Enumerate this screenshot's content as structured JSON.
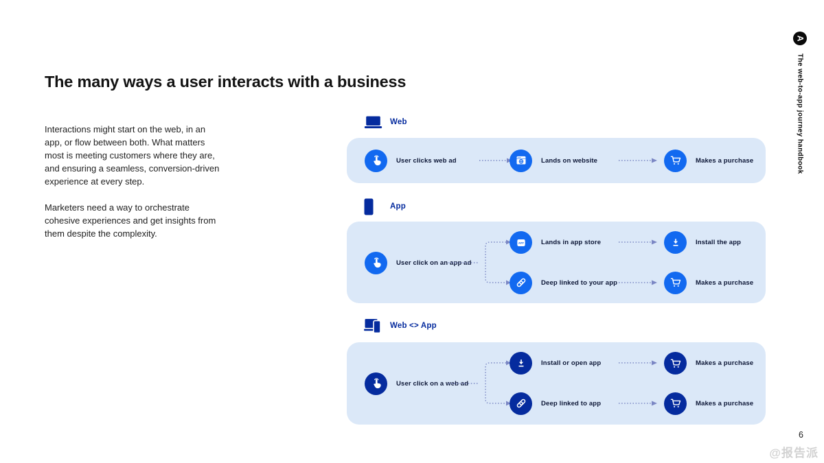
{
  "page": {
    "title": "The many ways a user interacts with a business",
    "paragraphs": [
      "Interactions might start on the web, in an app, or flow between both. What matters most is meeting customers where they are, and ensuring a seamless, conversion-driven experience at every step.",
      "Marketers need a way to orchestrate cohesive experiences and get insights from them despite the complexity."
    ],
    "side_tab": "The web-to-app journey handbook",
    "logo_glyph": "A",
    "page_number": "6",
    "watermark": "@报告派"
  },
  "colors": {
    "bright_blue": "#1269f0",
    "dark_navy": "#052b9e",
    "panel_bg": "#dbe8f8",
    "arrow": "#7b87c4"
  },
  "sections": [
    {
      "label": "Web",
      "header_icon": "laptop-icon",
      "flow": {
        "steps": [
          {
            "icon": "pointer-click-icon",
            "label": "User clicks web ad"
          },
          {
            "icon": "browser-globe-icon",
            "label": "Lands on website"
          },
          {
            "icon": "cart-icon",
            "label": "Makes a purchase"
          }
        ]
      }
    },
    {
      "label": "App",
      "header_icon": "phone-icon",
      "flow": {
        "source": {
          "icon": "pointer-click-icon",
          "label": "User click on an app ad"
        },
        "branches": [
          {
            "steps": [
              {
                "icon": "app-store-icon",
                "badge": "APP",
                "label": "Lands in app store"
              },
              {
                "icon": "download-icon",
                "label": "Install the app"
              }
            ]
          },
          {
            "steps": [
              {
                "icon": "deep-link-icon",
                "label": "Deep linked to your app"
              },
              {
                "icon": "cart-icon",
                "label": "Makes a purchase"
              }
            ]
          }
        ]
      }
    },
    {
      "label": "Web <> App",
      "header_icon": "laptop-phone-icon",
      "flow": {
        "source": {
          "icon": "pointer-click-icon",
          "label": "User click on a web ad"
        },
        "branches": [
          {
            "steps": [
              {
                "icon": "download-icon",
                "label": "Install or open app"
              },
              {
                "icon": "cart-icon",
                "label": "Makes a purchase"
              }
            ]
          },
          {
            "steps": [
              {
                "icon": "deep-link-icon",
                "label": "Deep linked to app"
              },
              {
                "icon": "cart-icon",
                "label": "Makes a purchase"
              }
            ]
          }
        ]
      }
    }
  ]
}
